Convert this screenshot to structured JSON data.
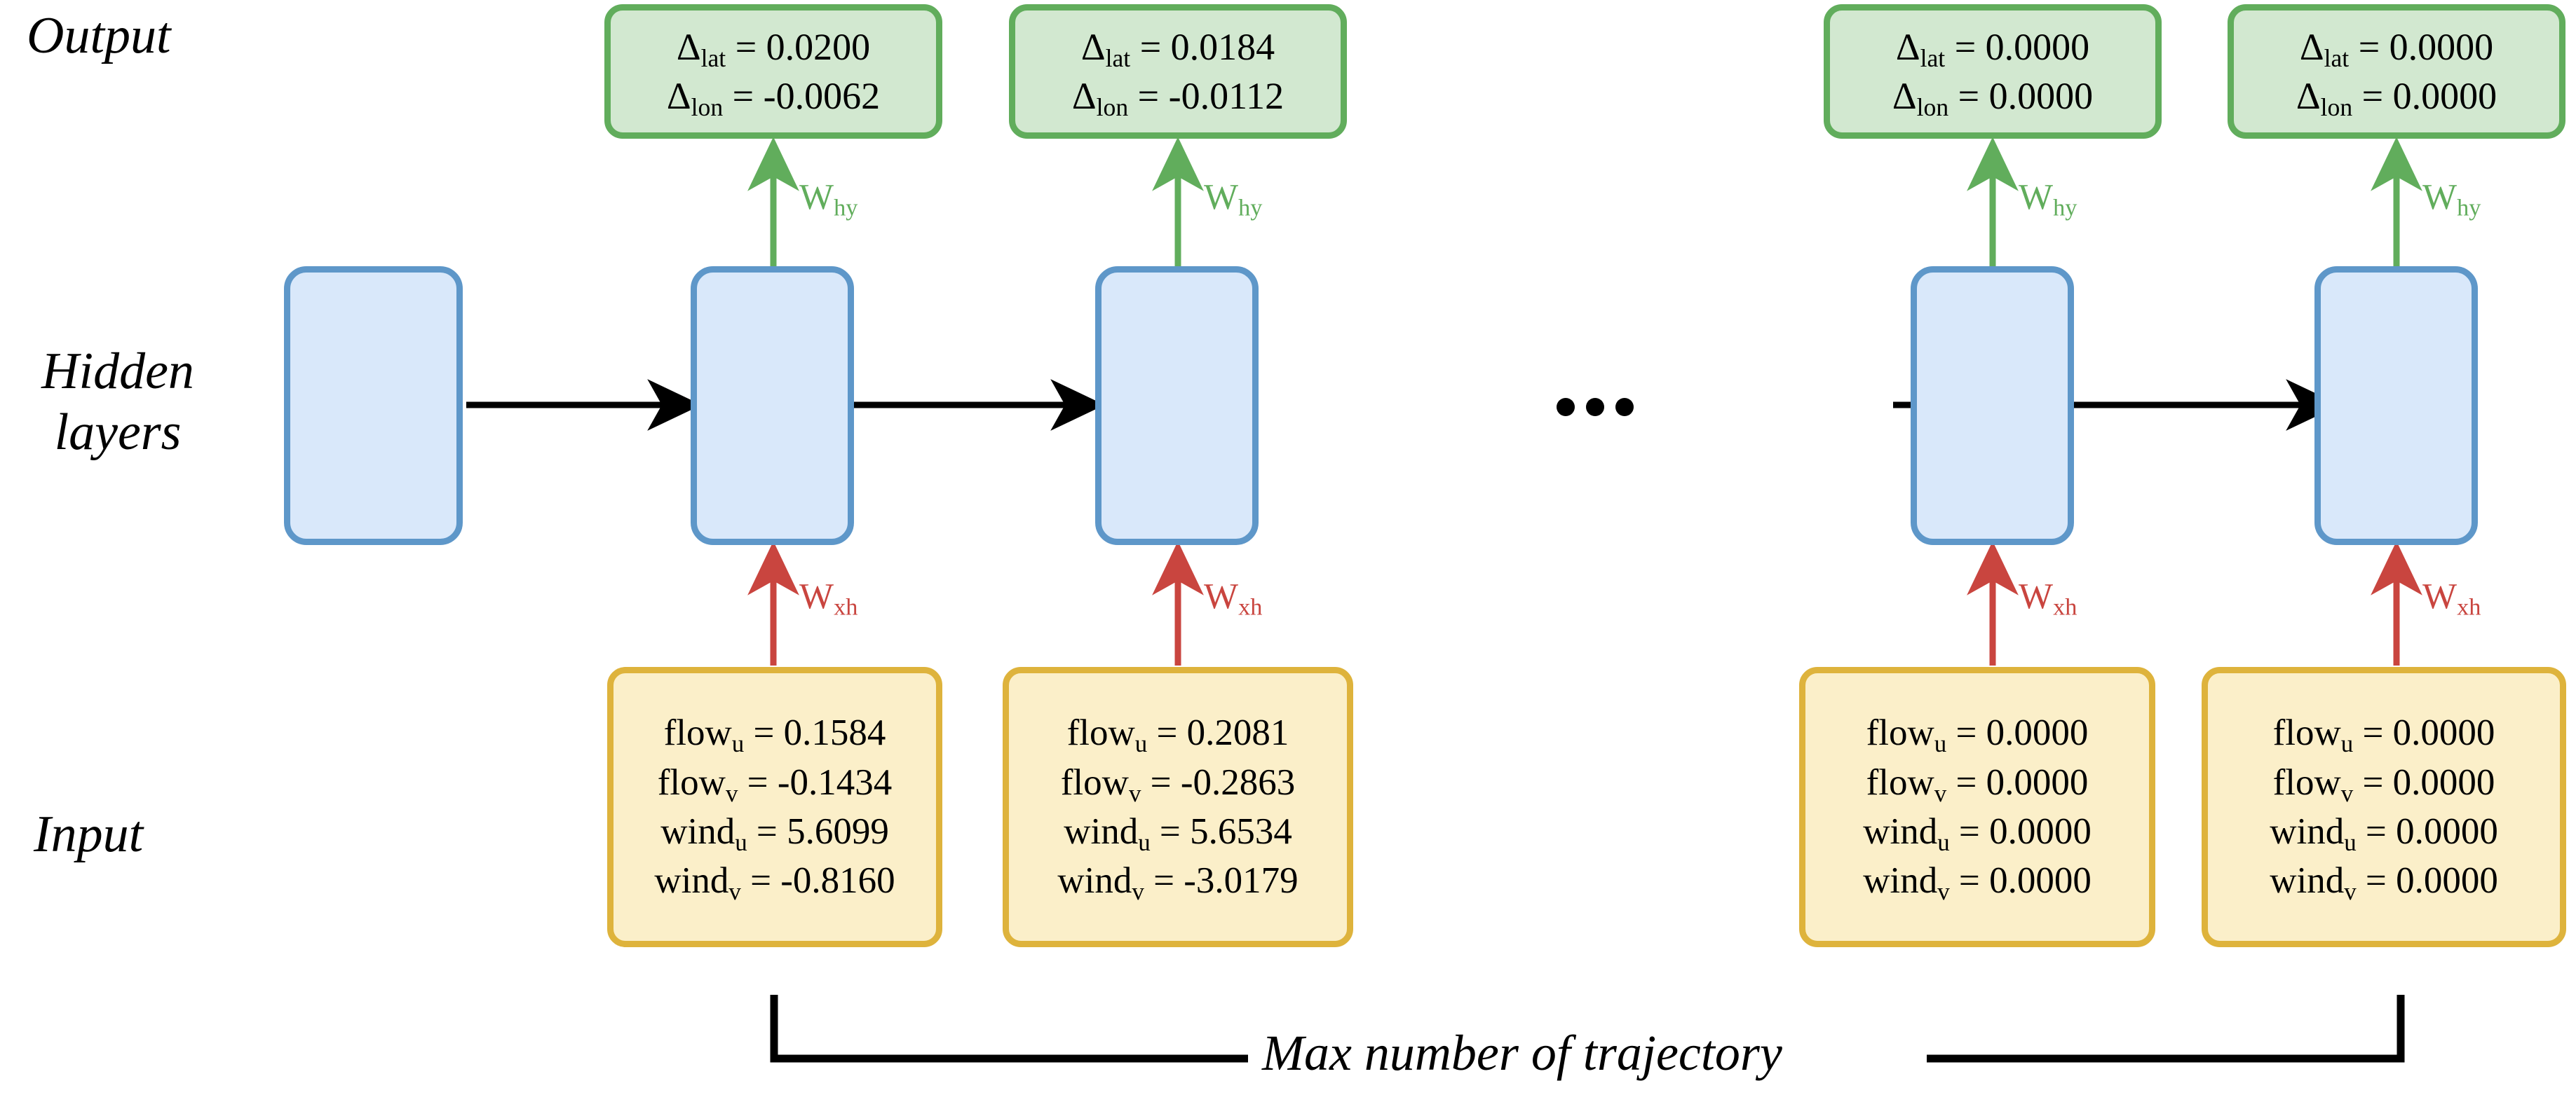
{
  "diagram": {
    "title": "RNN trajectory prediction unrolled architecture",
    "background_color": "#FFFFFF",
    "row_labels": {
      "output": "Output",
      "hidden": "Hidden\nlayers",
      "input": "Input"
    },
    "colors": {
      "hidden_fill": "#D9E8FA",
      "hidden_stroke": "#5E97C9",
      "output_fill": "#D2E8D0",
      "output_stroke": "#61AD5C",
      "input_fill": "#FBEFC9",
      "input_stroke": "#DEB33C",
      "recurrent_arrow": "#000000",
      "w_hy": "#61AD5C",
      "w_xh": "#C9453F"
    },
    "weights": {
      "hidden_to_output": {
        "symbol": "W",
        "subscript": "hy"
      },
      "input_to_hidden": {
        "symbol": "W",
        "subscript": "xh"
      }
    },
    "ellipsis": "...",
    "bracket_caption": "Max number of trajectory",
    "timesteps": [
      {
        "id": "t0",
        "has_output": false,
        "has_input": false,
        "hidden": true
      },
      {
        "id": "t1",
        "has_output": true,
        "has_input": true,
        "hidden": true,
        "output": [
          {
            "name": "Δ",
            "sub": "lat",
            "eq": "=",
            "value": "0.0200"
          },
          {
            "name": "Δ",
            "sub": "lon",
            "eq": "=",
            "value": "-0.0062"
          }
        ],
        "input": [
          {
            "name": "flow",
            "sub": "u",
            "eq": "=",
            "value": "0.1584"
          },
          {
            "name": "flow",
            "sub": "v",
            "eq": "=",
            "value": "-0.1434"
          },
          {
            "name": "wind",
            "sub": "u",
            "eq": "=",
            "value": "5.6099"
          },
          {
            "name": "wind",
            "sub": "v",
            "eq": "=",
            "value": "-0.8160"
          }
        ]
      },
      {
        "id": "t2",
        "has_output": true,
        "has_input": true,
        "hidden": true,
        "output": [
          {
            "name": "Δ",
            "sub": "lat",
            "eq": "=",
            "value": "0.0184"
          },
          {
            "name": "Δ",
            "sub": "lon",
            "eq": "=",
            "value": "-0.0112"
          }
        ],
        "input": [
          {
            "name": "flow",
            "sub": "u",
            "eq": "=",
            "value": "0.2081"
          },
          {
            "name": "flow",
            "sub": "v",
            "eq": "=",
            "value": "-0.2863"
          },
          {
            "name": "wind",
            "sub": "u",
            "eq": "=",
            "value": "5.6534"
          },
          {
            "name": "wind",
            "sub": "v",
            "eq": "=",
            "value": "-3.0179"
          }
        ]
      },
      {
        "id": "tn1",
        "has_output": true,
        "has_input": true,
        "hidden": true,
        "output": [
          {
            "name": "Δ",
            "sub": "lat",
            "eq": "=",
            "value": "0.0000"
          },
          {
            "name": "Δ",
            "sub": "lon",
            "eq": "=",
            "value": "0.0000"
          }
        ],
        "input": [
          {
            "name": "flow",
            "sub": "u",
            "eq": "=",
            "value": "0.0000"
          },
          {
            "name": "flow",
            "sub": "v",
            "eq": "=",
            "value": "0.0000"
          },
          {
            "name": "wind",
            "sub": "u",
            "eq": "=",
            "value": "0.0000"
          },
          {
            "name": "wind",
            "sub": "v",
            "eq": "=",
            "value": "0.0000"
          }
        ]
      },
      {
        "id": "tn",
        "has_output": true,
        "has_input": true,
        "hidden": true,
        "output": [
          {
            "name": "Δ",
            "sub": "lat",
            "eq": "=",
            "value": "0.0000"
          },
          {
            "name": "Δ",
            "sub": "lon",
            "eq": "=",
            "value": "0.0000"
          }
        ],
        "input": [
          {
            "name": "flow",
            "sub": "u",
            "eq": "=",
            "value": "0.0000"
          },
          {
            "name": "flow",
            "sub": "v",
            "eq": "=",
            "value": "0.0000"
          },
          {
            "name": "wind",
            "sub": "u",
            "eq": "=",
            "value": "0.0000"
          },
          {
            "name": "wind",
            "sub": "v",
            "eq": "=",
            "value": "0.0000"
          }
        ]
      }
    ]
  }
}
